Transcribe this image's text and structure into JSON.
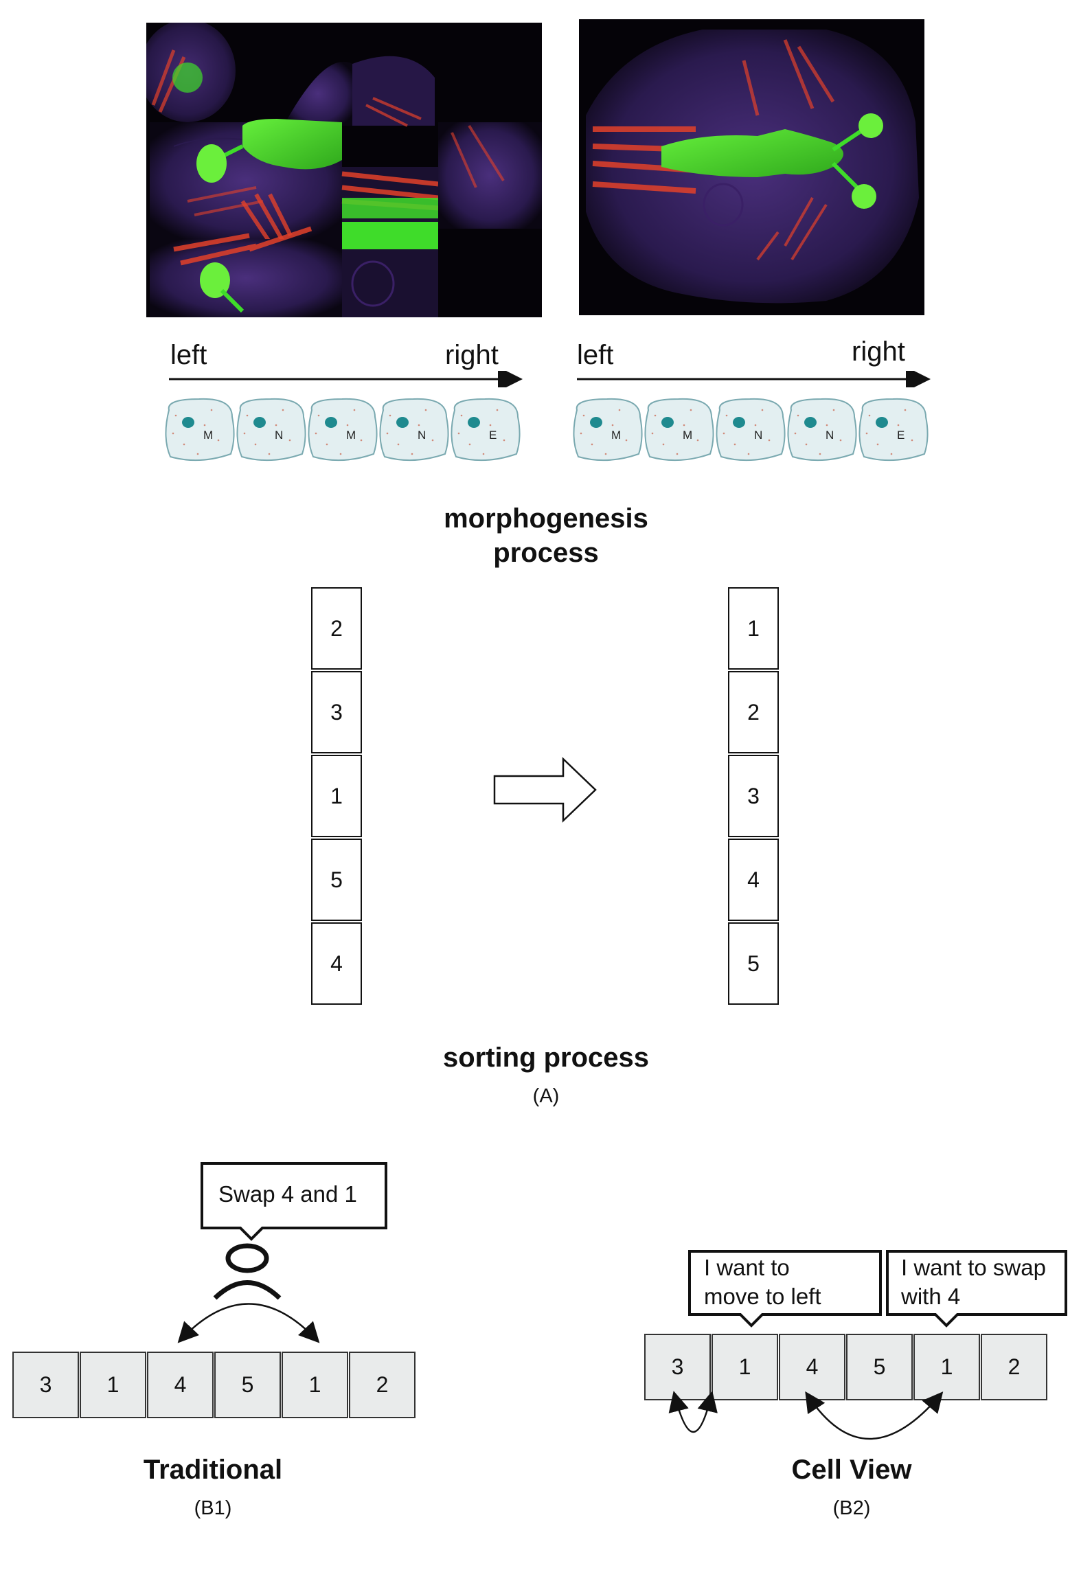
{
  "panel_a": {
    "left_label": "left",
    "right_label": "right",
    "cells_before": [
      "M",
      "N",
      "M",
      "N",
      "E"
    ],
    "cells_after": [
      "M",
      "M",
      "N",
      "N",
      "E"
    ],
    "process_title_line1": "morphogenesis",
    "process_title_line2": "process",
    "column_before": [
      "2",
      "3",
      "1",
      "5",
      "4"
    ],
    "column_after": [
      "1",
      "2",
      "3",
      "4",
      "5"
    ],
    "sorting_title": "sorting process",
    "caption": "(A)"
  },
  "panel_b1": {
    "speech": "Swap 4 and 1",
    "array": [
      "3",
      "1",
      "4",
      "5",
      "1",
      "2"
    ],
    "title": "Traditional",
    "caption": "(B1)"
  },
  "panel_b2": {
    "speech_left_line1": "I want to",
    "speech_left_line2": "move to left",
    "speech_right_line1": "I want to swap",
    "speech_right_line2": "with 4",
    "array": [
      "3",
      "1",
      "4",
      "5",
      "1",
      "2"
    ],
    "title": "Cell View",
    "caption": "(B2)"
  },
  "colors": {
    "cell_fill": "#e3eff1",
    "cell_stroke": "#7aa9b0",
    "nucleus": "#1f8a8f",
    "array_cell": "#e9ebeb",
    "micro_green": "#3fdc2a",
    "micro_red": "#e2412a",
    "micro_purple": "#4a2a8a"
  }
}
